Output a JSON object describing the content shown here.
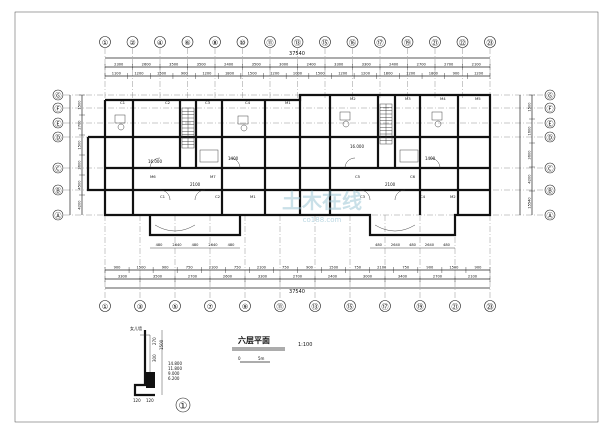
{
  "grid_top": [
    "①",
    "②",
    "④",
    "⑥",
    "⑧",
    "⑩",
    "⑪",
    "⑬",
    "⑮",
    "⑯",
    "⑰",
    "⑲",
    "㉑",
    "㉒",
    "㉓"
  ],
  "grid_bottom": [
    "①",
    "③",
    "⑤",
    "⑦",
    "⑨",
    "⑪",
    "⑬",
    "⑮",
    "⑰",
    "⑲",
    "㉑",
    "㉓"
  ],
  "grid_left": [
    "Ⓖ",
    "Ⓕ",
    "Ⓔ",
    "Ⓓ",
    "Ⓒ",
    "Ⓑ",
    "Ⓐ"
  ],
  "grid_right": [
    "Ⓖ",
    "Ⓕ",
    "Ⓔ",
    "Ⓓ",
    "Ⓒ",
    "Ⓑ",
    "Ⓐ"
  ],
  "overall_dim_top": "37540",
  "overall_dim_bottom": "37540",
  "dims_top_row1": [
    "2300",
    "2600",
    "3500",
    "3500",
    "2400",
    "3500",
    "3000",
    "2400",
    "3300",
    "3300",
    "2400",
    "2700",
    "2700",
    "2100"
  ],
  "dims_top_row2": [
    "1100",
    "1200",
    "1500",
    "900",
    "1200",
    "1800",
    "1500",
    "1200",
    "1000",
    "1500",
    "1200",
    "1200",
    "1800",
    "1200",
    "1800",
    "900",
    "1200"
  ],
  "dims_bottom_row1": [
    "3300",
    "3500",
    "2700",
    "2600",
    "3300",
    "2700",
    "2400",
    "3000",
    "3400",
    "2700",
    "2100"
  ],
  "dims_bottom_row2": [
    "900",
    "1500",
    "900",
    "750",
    "2100",
    "750",
    "2100",
    "750",
    "900",
    "1500",
    "750",
    "2100",
    "750",
    "900",
    "1500",
    "900"
  ],
  "dims_left": [
    "1500",
    "2700",
    "1500",
    "3600",
    "4500",
    "4200"
  ],
  "dims_right": [
    "1500",
    "1600",
    "3600",
    "4200",
    "15540"
  ],
  "room_labels": [
    "C1",
    "C2",
    "C3",
    "C4",
    "M1",
    "M2",
    "M3",
    "M4",
    "M5",
    "M6",
    "M7",
    "C5",
    "C6"
  ],
  "floor_levels": [
    "16.000",
    "16.000"
  ],
  "stair_notes": [
    "1400",
    "1400",
    "2100",
    "2100"
  ],
  "bay_dims": [
    "480",
    "2640",
    "480",
    "2640",
    "480"
  ],
  "title": "六层平面",
  "scale": "1:100",
  "scale_bar": [
    "0",
    "5m"
  ],
  "detail": {
    "number": "①",
    "label": "女儿墙",
    "levels": [
      "14.800",
      "11.800",
      "9.000",
      "6.200"
    ],
    "dims": [
      "120",
      "120",
      "270",
      "300",
      "1500"
    ]
  },
  "watermark": "土木在线",
  "watermark_sub": "co188.com",
  "colors": {
    "line": "#222222",
    "background": "#ffffff",
    "watermark": "#9ec7d6"
  }
}
